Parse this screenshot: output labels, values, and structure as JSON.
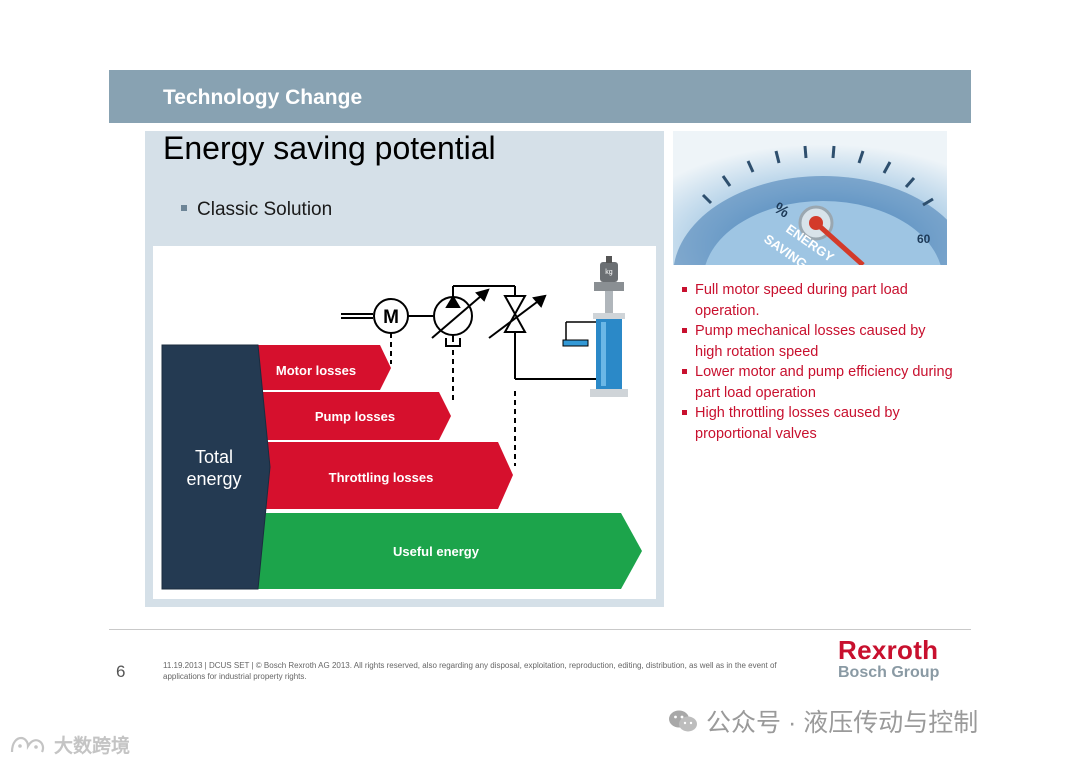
{
  "header": {
    "title": "Technology Change"
  },
  "slide": {
    "heading": "Energy saving potential",
    "bullet": "Classic Solution"
  },
  "diagram": {
    "total_label_line1": "Total",
    "total_label_line2": "energy",
    "motor_symbol": "M",
    "weight_label": "kg",
    "arrows": [
      {
        "label": "Motor losses",
        "color": "#d6102d"
      },
      {
        "label": "Pump losses",
        "color": "#d6102d"
      },
      {
        "label": "Throttling losses",
        "color": "#d6102d"
      },
      {
        "label": "Useful energy",
        "color": "#1ca44b"
      }
    ],
    "total_color": "#243a52"
  },
  "speedometer": {
    "text1": "ENERGY",
    "text2": "SAVING",
    "scale_label": "60",
    "percent": "%"
  },
  "right_bullets": [
    "Full motor speed during part load operation.",
    "Pump mechanical losses caused by high rotation speed",
    "Lower motor and pump efficiency during part load operation",
    "High throttling losses caused by proportional valves"
  ],
  "footer": {
    "page_number": "6",
    "legal": "11.19.2013 | DCUS SET | © Bosch Rexroth AG 2013. All rights reserved, also regarding any disposal, exploitation, reproduction, editing, distribution, as well as in the event of applications for industrial property rights.",
    "brand": "Rexroth",
    "group": "Bosch Group"
  },
  "watermarks": {
    "right": "公众号 · 液压传动与控制",
    "left": "大数跨境"
  },
  "colors": {
    "header_bar": "#88a2b2",
    "panel": "#d5e0e8",
    "accent_red": "#c8102e"
  }
}
